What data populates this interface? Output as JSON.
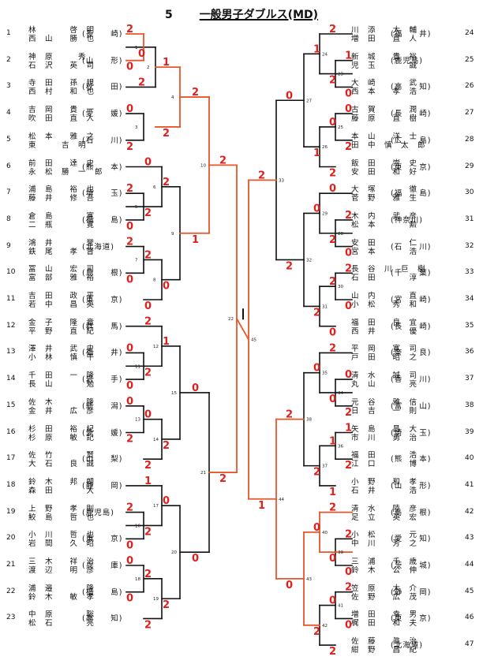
{
  "title": {
    "number": "5",
    "text": "一般男子ダブルス(MD)"
  },
  "colors": {
    "winner_path": "#e8552a",
    "score": "#e0201c",
    "line": "#111111"
  },
  "left_entries": [
    {
      "seed": "1",
      "p1": "林　　　　啓　明",
      "p2": "西　山　　勝　也",
      "pref": "(長　　崎)"
    },
    {
      "seed": "2",
      "p1": "神　原　　　秀",
      "p2": "石　沢　　英　司",
      "pref": "(山　　形)"
    },
    {
      "seed": "3",
      "p1": "寺　田　　孫　規",
      "p2": "西　村　　和　也",
      "pref": "(秋　　田)"
    },
    {
      "seed": "4",
      "p1": "吉　岡　　貴　一",
      "p2": "吹　田　　直　人",
      "pref": "(愛　　媛)"
    },
    {
      "seed": "5",
      "p1": "松　本　　雅　之",
      "p2": "東　　　吉　明",
      "pref": "(石　　川)"
    },
    {
      "seed": "6",
      "p1": "前　田　　達　史",
      "p2": "永　松　勝　一　郎",
      "pref": "(熊　　本)"
    },
    {
      "seed": "7",
      "p1": "浦　島　　裕　也",
      "p2": "藤　井　　修　吾",
      "pref": "(埼　　玉)"
    },
    {
      "seed": "8",
      "p1": "倉　島　　　　寛",
      "p2": "二　瓶　　　　寛",
      "pref": "(福　　島)"
    },
    {
      "seed": "9",
      "p1": "鴻　井　　　　誉",
      "p2": "鉄　尾　　孝　督",
      "pref": "(北海道)"
    },
    {
      "seed": "10",
      "p1": "冨　山　　宏　司",
      "p2": "富　部　　雅　裕",
      "pref": "(島　　根)"
    },
    {
      "seed": "11",
      "p1": "吉　田　　政　平",
      "p2": "若　中　　昌　英",
      "pref": "(東　　京)"
    },
    {
      "seed": "12",
      "p1": "金　子　　隆　章",
      "p2": "平　野　　直　紀",
      "pref": "(群　　馬)"
    },
    {
      "seed": "13",
      "p1": "澤　井　　武　史",
      "p2": "小　林　　慎　午",
      "pref": "(福　　井)"
    },
    {
      "seed": "14",
      "p1": "千　田　　一　隆",
      "p2": "長　山　　　　勉",
      "pref": "(岩　　手)"
    },
    {
      "seed": "15",
      "p1": "佐　木　　　　隆",
      "p2": "金　井　　広　彦",
      "pref": "(新　　潟)"
    },
    {
      "seed": "16",
      "p1": "杉　田　　裕　紀",
      "p2": "杉　原　　敏　記",
      "pref": "(愛　　媛)"
    },
    {
      "seed": "17",
      "p1": "佐　竹　　　　賢",
      "p2": "大　石　　良　誠",
      "pref": "(山　　梨)"
    },
    {
      "seed": "18",
      "p1": "鈴　木　　邦　朗",
      "p2": "森　田　　　　大",
      "pref": "(静　　岡)"
    },
    {
      "seed": "19",
      "p1": "上　野　　孝　則",
      "p2": "鮫　島　　哲　也",
      "pref": "(鹿児島)"
    },
    {
      "seed": "20",
      "p1": "小　川　　哲　也",
      "p2": "岩　間　　久　昭",
      "pref": "(東　　京)"
    },
    {
      "seed": "21",
      "p1": "三　木　　祥　治",
      "p2": "渡　辺　　明　彦",
      "pref": "(兵　　庫)"
    },
    {
      "seed": "22",
      "p1": "浦　邉　　　　隆",
      "p2": "鈴　木　　敏　孝",
      "pref": "(福　　島)"
    },
    {
      "seed": "23",
      "p1": "中　原　　　　聡",
      "p2": "松　石　　　　亮",
      "pref": "(高　　知)"
    }
  ],
  "right_entries": [
    {
      "seed": "24",
      "p1": "川　添　　大　輔",
      "p2": "増　田　　直　人",
      "pref": "(福　　井)"
    },
    {
      "seed": "25",
      "p1": "新　城　　貴　裕",
      "p2": "児　玉　　　　誠",
      "pref": "(鹿児島)"
    },
    {
      "seed": "26",
      "p1": "大　崎　　　　武",
      "p2": "西　本　　孝　浩",
      "pref": "(高　　知)"
    },
    {
      "seed": "27",
      "p1": "古　賀　　　　潤",
      "p2": "藤　原　　直　樹",
      "pref": "(長　　崎)"
    },
    {
      "seed": "28",
      "p1": "本　山　　洋　士",
      "p2": "田　中　慎　太　郎",
      "pref": "(広　　島)"
    },
    {
      "seed": "29",
      "p1": "飯　田　　崇　史",
      "p2": "安　田　　和　好",
      "pref": "(東　　京)"
    },
    {
      "seed": "30",
      "p1": "大　塚　　　　徹",
      "p2": "菅　野　　雅　生",
      "pref": "(福　　島)"
    },
    {
      "seed": "31",
      "p1": "木　内　　武　彦",
      "p2": "松　本　　　　勲",
      "pref": "(神奈川)"
    },
    {
      "seed": "32",
      "p1": "安　田　　　　仁",
      "p2": "宮　本　　　　浩",
      "pref": "(石　　川)"
    },
    {
      "seed": "33",
      "p1": "長　谷　川　巨　樹",
      "p2": "石　田　　　　淳",
      "pref": "(千　　葉)"
    },
    {
      "seed": "34",
      "p1": "山　内　　　　直",
      "p2": "小　松　　秀　和",
      "pref": "(宮　　崎)"
    },
    {
      "seed": "35",
      "p1": "福　田　　良　宜",
      "p2": "西　井　　　　優",
      "pref": "(長　　崎)"
    },
    {
      "seed": "36",
      "p1": "平　岡　　寛　司",
      "p2": "戸　田　　昭　之",
      "pref": "(奈　　良)"
    },
    {
      "seed": "37",
      "p1": "清　水　　誠　司",
      "p2": "丸　山　　　　亮",
      "pref": "(香　　川)"
    },
    {
      "seed": "38",
      "p1": "元　谷　　雅　信",
      "p2": "日　吉　　一　則",
      "pref": "(富　　山)"
    },
    {
      "seed": "39",
      "p1": "矢　島　　昌　大",
      "p2": "市　川　　勇　治",
      "pref": "(埼　　玉)"
    },
    {
      "seed": "40",
      "p1": "福　田　　　　浩",
      "p2": "江　口　　　　博",
      "pref": "(熊　　本)"
    },
    {
      "seed": "41",
      "p1": "小　野　　和　孝",
      "p2": "石　井　　　　浩",
      "pref": "(山　　形)"
    },
    {
      "seed": "42",
      "p1": "清　水　　陸　彦",
      "p2": "足　立　　英　宏",
      "pref": "(島　　根)"
    },
    {
      "seed": "43",
      "p1": "小　松　　　　元",
      "p2": "中　川　　芳　之",
      "pref": "(愛　　知)"
    },
    {
      "seed": "44",
      "p1": "三　浦　　千　歳",
      "p2": "鈴　木　　公　伸",
      "pref": "(茨　　城)"
    },
    {
      "seed": "45",
      "p1": "笠　原　　大　介",
      "p2": "佐　野　　広　茂",
      "pref": "(静　　岡)"
    },
    {
      "seed": "46",
      "p1": "増　田　　幸　男",
      "p2": "梶　田　　和　夫",
      "pref": "(東　　京)"
    },
    {
      "seed": "47",
      "p1": "佐　藤　　眞　治",
      "p2": "紺　野　　昌　紀",
      "pref": "(北海道)"
    }
  ],
  "match_numbers": [
    "1",
    "2",
    "3",
    "4",
    "5",
    "6",
    "7",
    "8",
    "9",
    "10",
    "11",
    "12",
    "13",
    "14",
    "15",
    "16",
    "17",
    "18",
    "19",
    "20",
    "21",
    "22",
    "23",
    "24",
    "25",
    "26",
    "27",
    "28",
    "29",
    "30",
    "31",
    "32",
    "33",
    "34",
    "35",
    "36",
    "37",
    "38",
    "39",
    "40",
    "41",
    "42",
    "43",
    "44",
    "45",
    "46"
  ],
  "scores": [
    "2",
    "0",
    "2",
    "0",
    "0",
    "2",
    "1",
    "2",
    "2",
    "0",
    "0",
    "2",
    "2",
    "0",
    "2",
    "0",
    "2",
    "0",
    "2",
    "1",
    "0",
    "0",
    "2",
    "2",
    "0",
    "2",
    "0",
    "2",
    "1",
    "2",
    "2",
    "0",
    "1",
    "2",
    "0",
    "0",
    "2",
    "2",
    "0",
    "2",
    "0",
    "0",
    "2",
    "2",
    "1",
    "0",
    "2",
    "2",
    "0",
    "2",
    "0",
    "2",
    "1",
    "1",
    "2",
    "0",
    "0",
    "2",
    "2",
    "0",
    "2",
    "0",
    "0",
    "2",
    "0",
    "2",
    "0",
    "2",
    "2",
    "0",
    "1",
    "2",
    "1",
    "1",
    "0",
    "2",
    "2",
    "0",
    "2",
    "0",
    "2",
    "0",
    "0",
    "2",
    "0",
    "2",
    "2",
    "0",
    "2",
    "1",
    "0",
    "2"
  ]
}
